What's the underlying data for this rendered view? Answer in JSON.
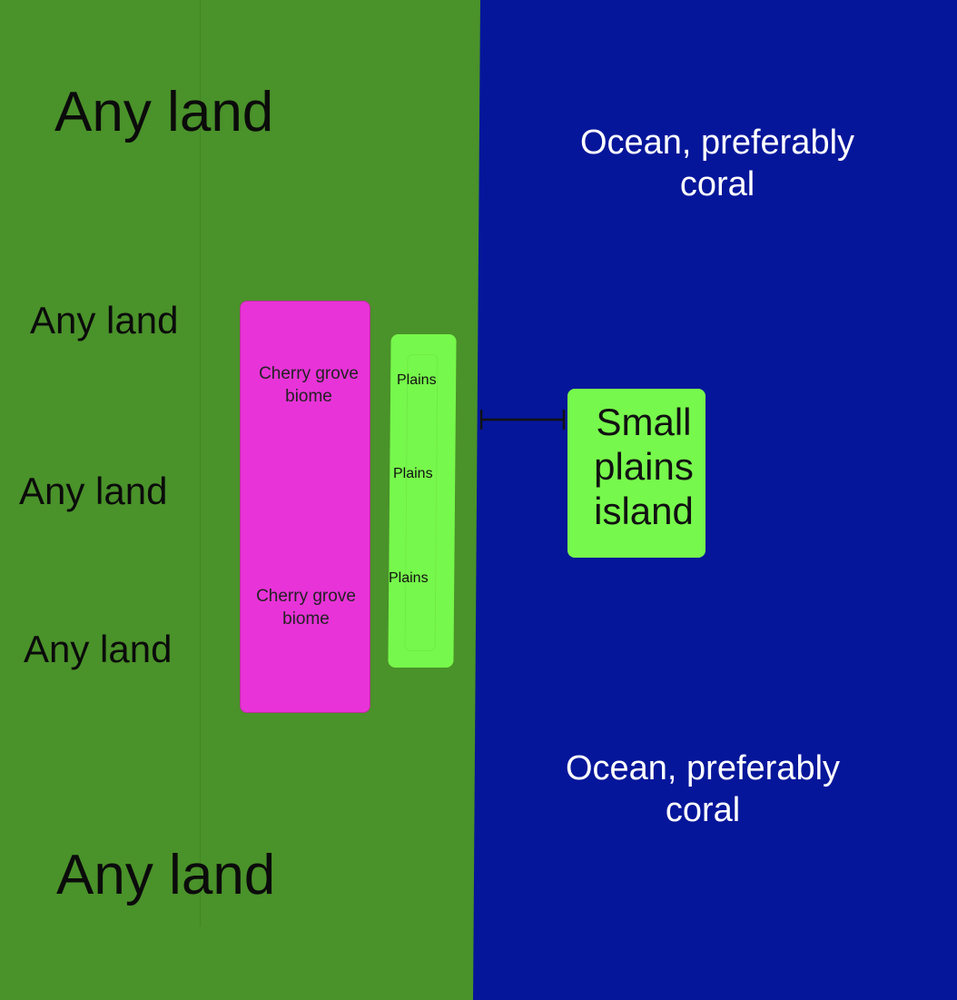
{
  "land_labels": [
    "Any land",
    "Any land",
    "Any land",
    "Any land",
    "Any land"
  ],
  "ocean_labels": [
    {
      "line1": "Ocean, preferably",
      "line2": "coral"
    },
    {
      "line1": "Ocean, preferably",
      "line2": "coral"
    }
  ],
  "cherry_labels": [
    {
      "line1": "Cherry grove",
      "line2": "biome"
    },
    {
      "line1": "Cherry grove",
      "line2": "biome"
    }
  ],
  "plains_labels": [
    "Plains",
    "Plains",
    "Plains"
  ],
  "island": {
    "line1": "Small",
    "line2": "plains",
    "line3": "island"
  },
  "colors": {
    "land": "#4a922a",
    "ocean": "#06169a",
    "cherry_grove": "#e833d8",
    "plains": "#77f84c"
  }
}
